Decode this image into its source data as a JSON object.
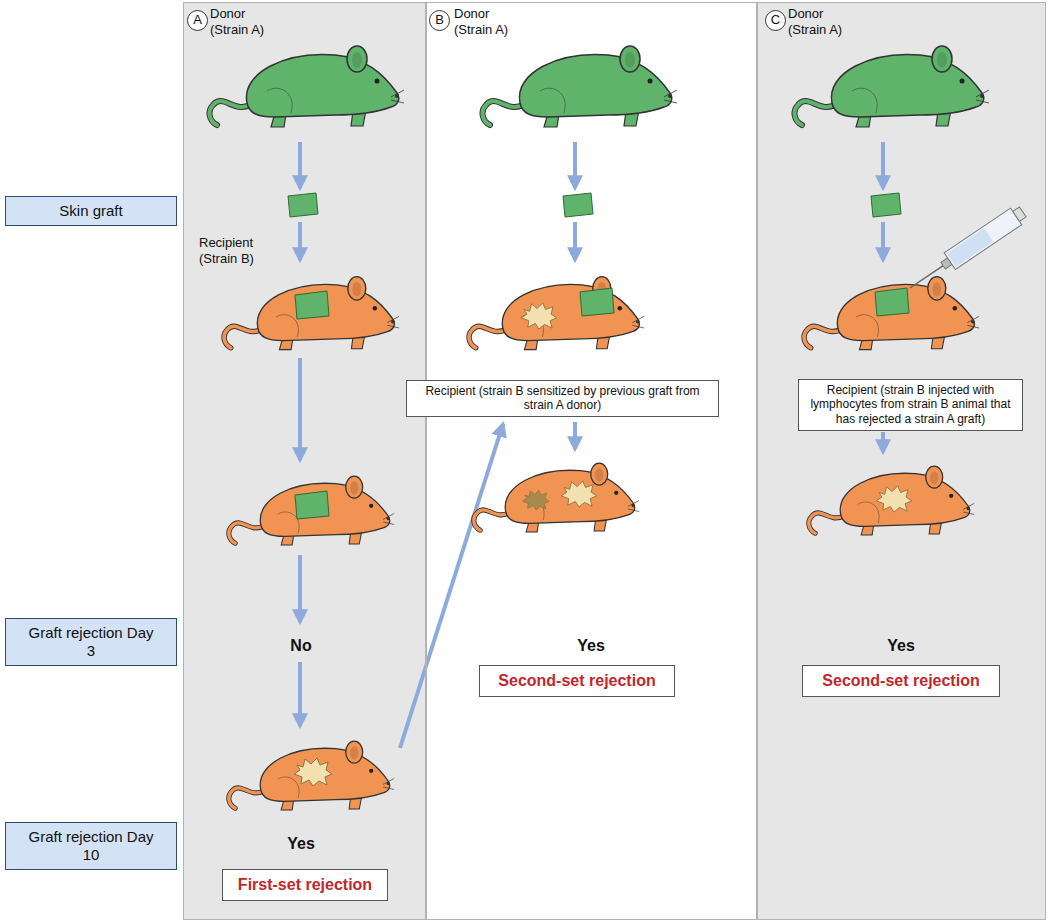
{
  "diagram": {
    "nodes": [
      {
        "text": [
          "Skin graft"
        ]
      },
      {
        "text": [
          "Graft rejection Day 3"
        ]
      },
      {
        "text": [
          "Graft rejection Day 10"
        ]
      },
      {
        "text": [
          "Donor (Strain A)",
          "Recipient (Strain B)",
          "No",
          "Yes"
        ]
      },
      {
        "text": [
          "A"
        ],
        "in": 3
      },
      {
        "text": [
          "First-set rejection"
        ],
        "in": 3
      },
      {
        "text": [
          "Donor (Strain A)",
          "Yes"
        ]
      },
      {
        "text": [
          "B"
        ],
        "in": 6
      },
      {
        "text": [
          "Recipient (strain B sensitized by previous graft from strain A donor)"
        ],
        "in": 6
      },
      {
        "text": [
          "Second-set rejection"
        ],
        "in": 6
      },
      {
        "text": [
          "Donor (Strain A)",
          "Yes"
        ]
      },
      {
        "text": [
          "C"
        ],
        "in": 10
      },
      {
        "text": [
          "Recipient (strain B injected with lymphocytes from strain B animal that has rejected a strain A graft)"
        ],
        "in": 10
      },
      {
        "text": [
          "Second-set rejection"
        ],
        "in": 10
      }
    ]
  }
}
